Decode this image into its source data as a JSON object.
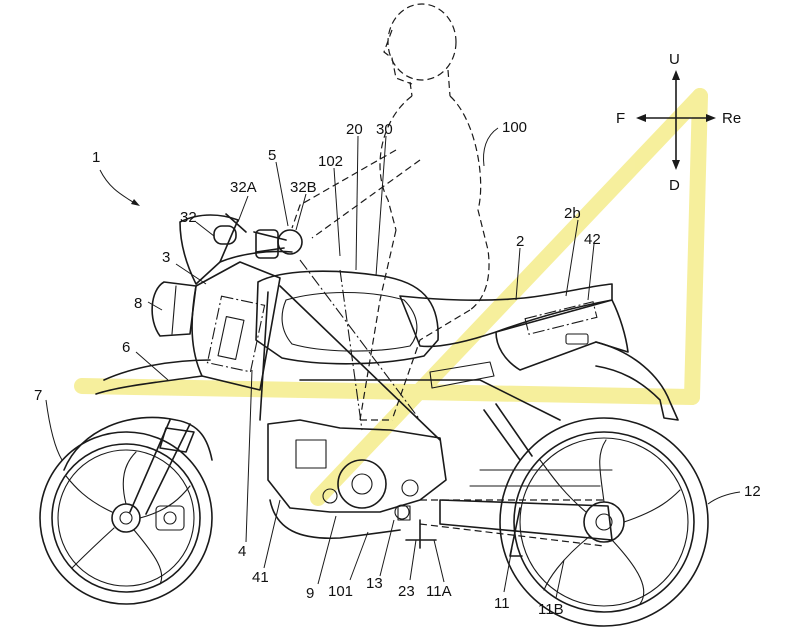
{
  "colors": {
    "line": "#1a1a1a",
    "highlight": "#f3ea7c",
    "background": "#ffffff"
  },
  "figure": {
    "ref_vehicle": "1",
    "ref_rider": "100"
  },
  "direction_indicator": {
    "up": "U",
    "down": "D",
    "front": "F",
    "rear": "Re"
  },
  "labels": {
    "l32A": "32A",
    "l32B": "32B",
    "l5": "5",
    "l102": "102",
    "l20": "20",
    "l30": "30",
    "l32": "32",
    "l3": "3",
    "l8": "8",
    "l6": "6",
    "l7": "7",
    "l2b": "2b",
    "l42": "42",
    "l2": "2",
    "l12": "12",
    "l4": "4",
    "l41": "41",
    "l9": "9",
    "l101": "101",
    "l13": "13",
    "l23": "23",
    "l11A": "11A",
    "l11": "11",
    "l11B": "11B"
  }
}
